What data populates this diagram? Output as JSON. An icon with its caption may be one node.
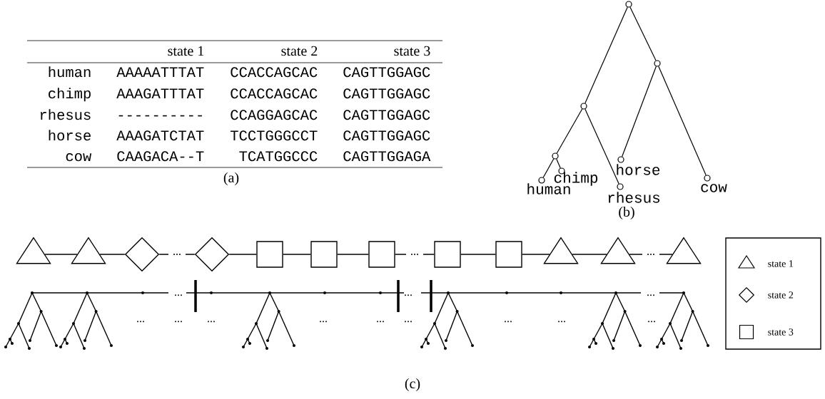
{
  "diagram": {
    "nodes": [
      {
        "text": [],
        "shape": "circle"
      },
      {
        "text": [],
        "shape": "circle"
      },
      {
        "text": [],
        "shape": "circle"
      },
      {
        "text": [],
        "shape": "circle"
      },
      {
        "text": [],
        "shape": "circle",
        "beside": [
          "horse"
        ]
      },
      {
        "text": [],
        "shape": "circle",
        "beside": [
          "chimp"
        ]
      },
      {
        "text": [],
        "shape": "circle",
        "beside": [
          "cow"
        ]
      },
      {
        "text": [],
        "shape": "circle",
        "beside": [
          "human"
        ]
      },
      {
        "text": [],
        "shape": "circle",
        "beside": [
          "rhesus"
        ]
      },
      {
        "text": [],
        "shape": "triangle"
      },
      {
        "text": [],
        "shape": "triangle"
      },
      {
        "text": [],
        "shape": "diamond"
      },
      {
        "text": [],
        "shape": "diamond"
      },
      {
        "text": [],
        "shape": "box"
      },
      {
        "text": [],
        "shape": "box"
      },
      {
        "text": [],
        "shape": "box"
      },
      {
        "text": [],
        "shape": "box"
      },
      {
        "text": [],
        "shape": "box"
      },
      {
        "text": [],
        "shape": "triangle"
      },
      {
        "text": [],
        "shape": "triangle"
      },
      {
        "text": [],
        "shape": "triangle"
      }
    ],
    "edges": [
      {
        "from": 0,
        "to": 2,
        "arrow": "none"
      },
      {
        "from": 0,
        "to": 1,
        "arrow": "none"
      },
      {
        "from": 2,
        "to": 3,
        "arrow": "none"
      },
      {
        "from": 2,
        "to": 8,
        "arrow": "none"
      },
      {
        "from": 3,
        "to": 7,
        "arrow": "none"
      },
      {
        "from": 3,
        "to": 5,
        "arrow": "none"
      },
      {
        "from": 1,
        "to": 4,
        "arrow": "none"
      },
      {
        "from": 1,
        "to": 6,
        "arrow": "none"
      },
      {
        "from": 9,
        "to": 10,
        "arrow": "none"
      },
      {
        "from": 10,
        "to": 11,
        "arrow": "none"
      },
      {
        "from": 11,
        "to": 12,
        "arrow": "none",
        "label": "..."
      },
      {
        "from": 12,
        "to": 13,
        "arrow": "none"
      },
      {
        "from": 13,
        "to": 14,
        "arrow": "none"
      },
      {
        "from": 14,
        "to": 15,
        "arrow": "none"
      },
      {
        "from": 15,
        "to": 16,
        "arrow": "none",
        "label": "..."
      },
      {
        "from": 16,
        "to": 17,
        "arrow": "none"
      },
      {
        "from": 17,
        "to": 18,
        "arrow": "none"
      },
      {
        "from": 18,
        "to": 19,
        "arrow": "none"
      },
      {
        "from": 19,
        "to": 20,
        "arrow": "none",
        "label": "..."
      }
    ],
    "labels": [
      "state 1",
      "state 2",
      "state 3",
      "human",
      "AAAAATTTAT",
      "CCACCAGCAC",
      "CAGTTGGAGC",
      "chimp",
      "AAAGATTTAT",
      "CCACCAGCAC",
      "CAGTTGGAGC",
      "rhesus",
      "----------",
      "CCAGGAGCAC",
      "CAGTTGGAGC",
      "horse",
      "AAAGATCTAT",
      "TCCTGGGCCT",
      "CAGTTGGAGC",
      "cow",
      "CAAGACA--T",
      "TCATGGCCC",
      "CAGTTGGAGA",
      "(a)",
      "(b)",
      "...",
      "...",
      "...",
      "...",
      "...",
      "...",
      "...",
      "...",
      "...",
      "...",
      "...",
      "...",
      "(c)"
    ],
    "legend": [
      {
        "text": "state 1"
      },
      {
        "text": "state 2"
      },
      {
        "text": "state 3"
      }
    ]
  }
}
